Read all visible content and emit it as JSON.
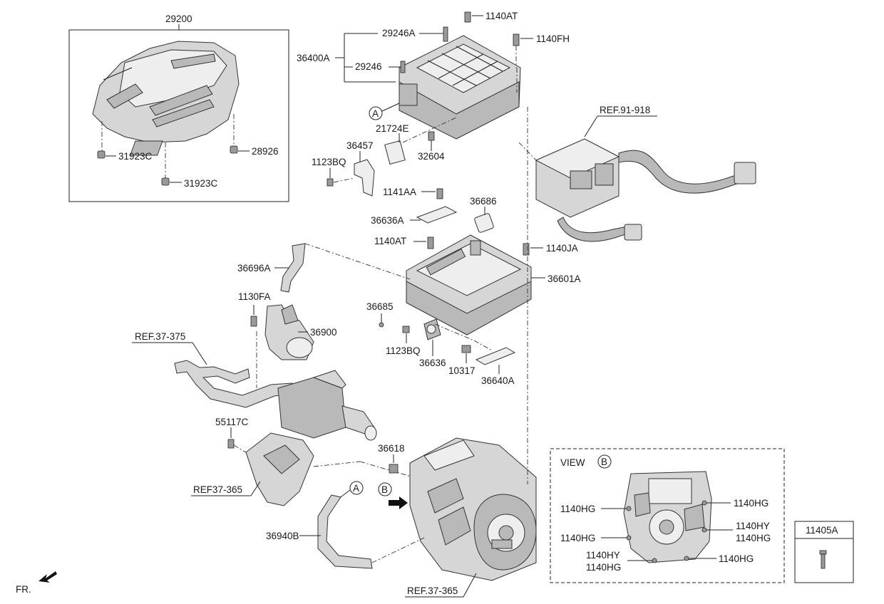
{
  "labels": {
    "cover_box": "29200",
    "screw_left": "31923C",
    "screw_bottom": "31923C",
    "screw_right": "28926",
    "inverter_assy": "36400A",
    "bracket_a": "29246A",
    "bracket_b": "29246",
    "bolt_top": "1140AT",
    "bolt_top_right": "1140FH",
    "gasket_a": "21724E",
    "bolt_32604": "32604",
    "bracket_36457": "36457",
    "bolt_1123_top": "1123BQ",
    "ref_harness": "REF.91-918",
    "bolt_1141": "1141AA",
    "gasket_36636A": "36636A",
    "seal_36686": "36686",
    "bolt_1140AT_mid": "1140AT",
    "bolt_1140JA": "1140JA",
    "hose_36696A": "36696A",
    "inverter_36601A": "36601A",
    "bolt_1130FA": "1130FA",
    "pin_36685": "36685",
    "pump_36900": "36900",
    "ref_cooling": "REF.37-375",
    "bolt_1123_mid": "1123BQ",
    "part_36636": "36636",
    "bolt_10317": "10317",
    "gasket_36640A": "36640A",
    "bolt_55117C": "55117C",
    "nut_36618": "36618",
    "ref_mount": "REF37-365",
    "hose_36940B": "36940B",
    "ref_motor": "REF.37-365",
    "fr": "FR.",
    "callout_a": "A",
    "callout_a2": "A",
    "callout_b": "B",
    "view_title": "VIEW",
    "view_letter": "B",
    "v_1140HG_l1": "1140HG",
    "v_1140HG_l2": "1140HG",
    "v_1140HY_b": "1140HY",
    "v_1140HG_b": "1140HG",
    "v_1140HG_r1": "1140HG",
    "v_1140HY_r": "1140HY",
    "v_1140HG_r2": "1140HG",
    "v_1140HG_r3": "1140HG",
    "legend_part": "11405A"
  }
}
